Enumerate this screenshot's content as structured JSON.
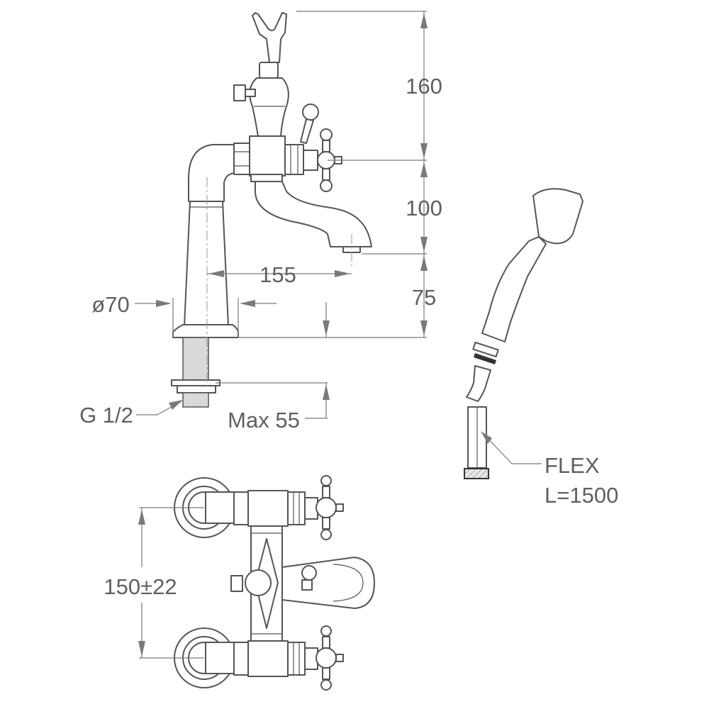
{
  "dimensions": {
    "handset_height": "160",
    "spout_height": "100",
    "spout_reach": "155",
    "base_height": "75",
    "base_diameter": "ø70",
    "thread": "G 1/2",
    "max_thickness": "Max 55",
    "center_distance": "150±22"
  },
  "hose": {
    "type": "FLEX",
    "length": "L=1500"
  }
}
